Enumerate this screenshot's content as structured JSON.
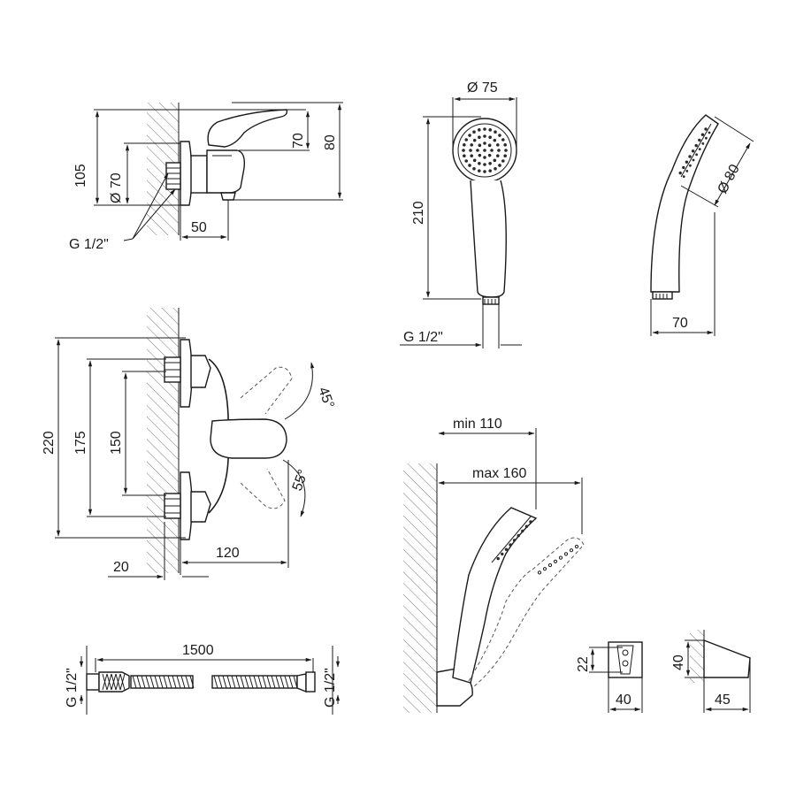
{
  "dimensions": {
    "mixer_top": {
      "height_total": "105",
      "diameter": "Ø 70",
      "lever_height": "70",
      "overall_height": "80",
      "depth": "50",
      "thread": "G 1/2\""
    },
    "mixer_front": {
      "height_total": "220",
      "spacing_max": "175",
      "spacing_min": "150",
      "angle_up": "45°",
      "angle_down": "55°",
      "projection": "120",
      "wall_offset": "20"
    },
    "hand_shower_front": {
      "head_diameter": "Ø 75",
      "length": "210",
      "thread": "G 1/2\""
    },
    "hand_shower_side": {
      "head_diameter": "Ø 80",
      "depth": "70"
    },
    "hose": {
      "length": "1500",
      "thread_left": "G 1/2\"",
      "thread_right": "G 1/2\""
    },
    "wall_holder": {
      "min_reach": "min 110",
      "max_reach": "max 160"
    },
    "bracket_front": {
      "height": "22",
      "width": "40"
    },
    "bracket_side": {
      "height": "40",
      "depth": "45"
    }
  }
}
